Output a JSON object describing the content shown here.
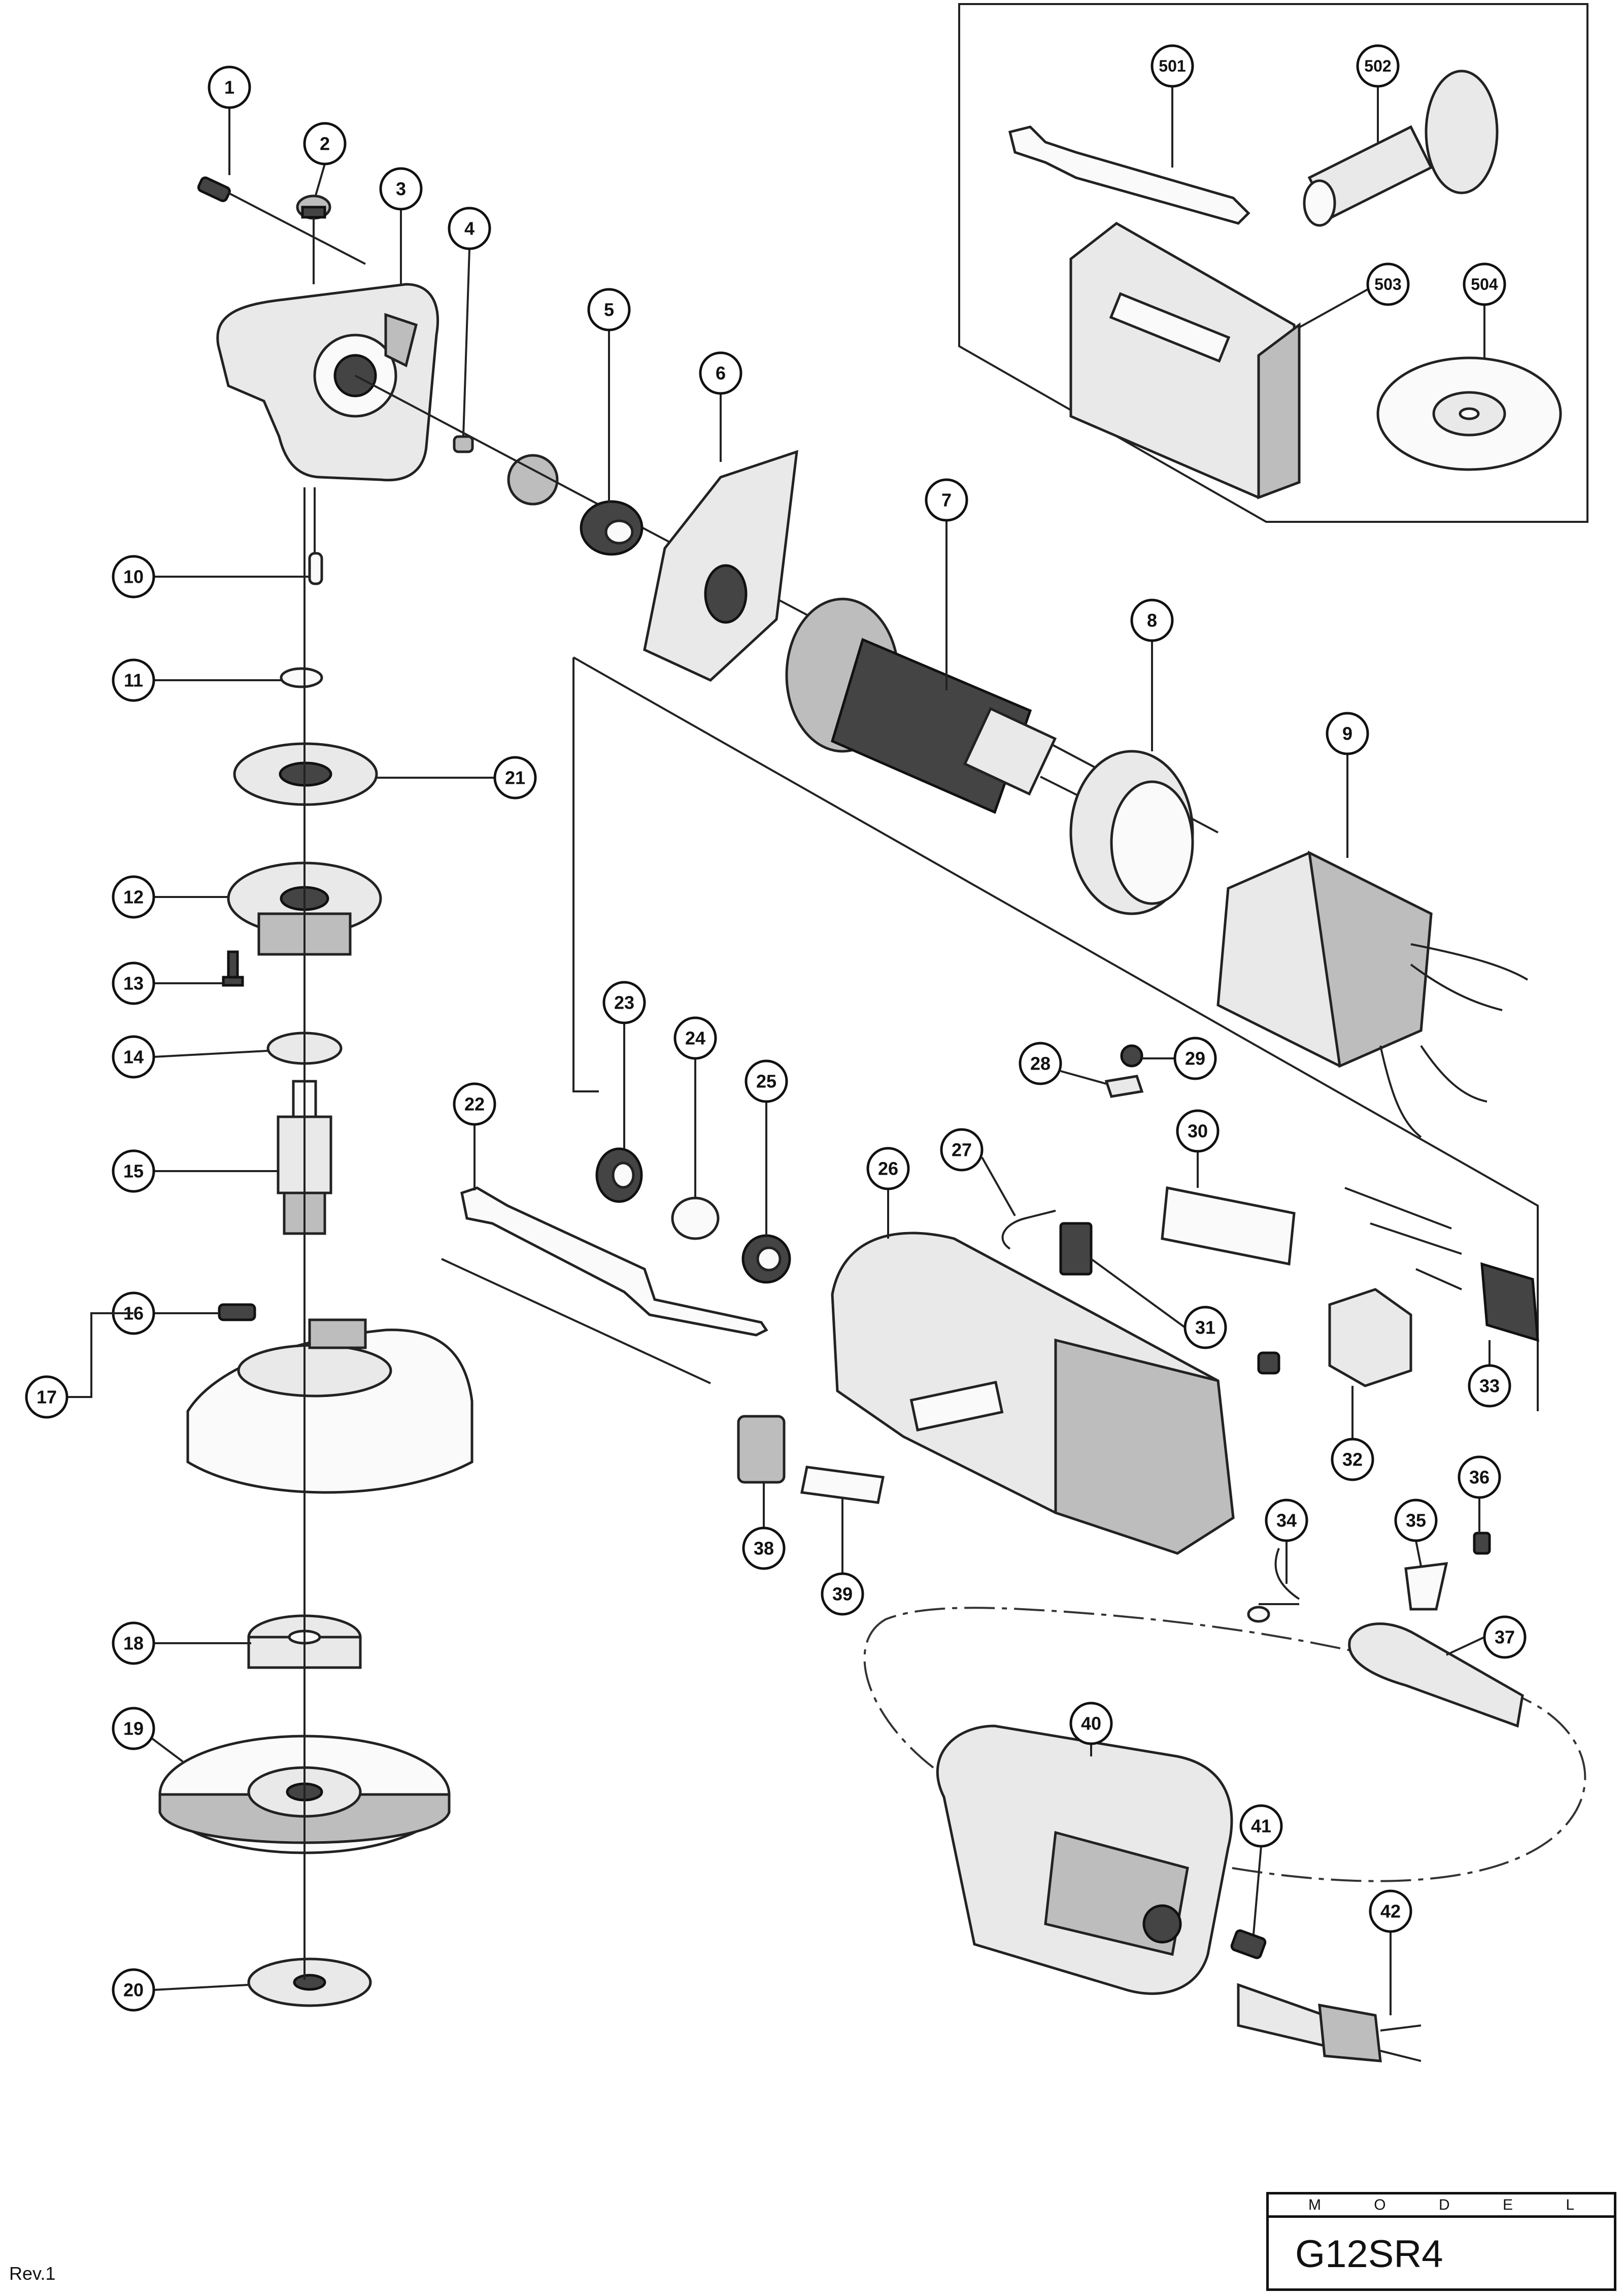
{
  "diagram": {
    "model_caption": "M O D E L",
    "model": "G12SR4",
    "revision": "Rev.1",
    "part_numbers": [
      "1",
      "2",
      "3",
      "4",
      "5",
      "6",
      "7",
      "8",
      "9",
      "10",
      "11",
      "12",
      "13",
      "14",
      "15",
      "16",
      "17",
      "18",
      "19",
      "20",
      "21",
      "22",
      "23",
      "24",
      "25",
      "26",
      "27",
      "28",
      "29",
      "30",
      "31",
      "32",
      "33",
      "34",
      "35",
      "36",
      "37",
      "38",
      "39",
      "40",
      "41",
      "42",
      "501",
      "502",
      "503",
      "504"
    ]
  }
}
